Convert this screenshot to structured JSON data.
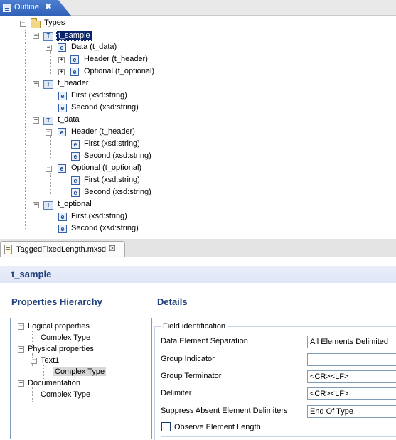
{
  "outline": {
    "tab_label": "Outline",
    "close_glyph": "✖",
    "tree": {
      "types": "Types",
      "t_sample": "t_sample",
      "data_t_data": "Data (t_data)",
      "header_t_header": "Header (t_header)",
      "optional_t_optional": "Optional (t_optional)",
      "t_header": "t_header",
      "first_xsd_string": "First (xsd:string)",
      "second_xsd_string": "Second (xsd:string)",
      "t_data": "t_data",
      "t_optional": "t_optional"
    },
    "toggle_expanded": "−",
    "toggle_collapsed": "+",
    "element_glyph": "e",
    "type_glyph": "T"
  },
  "editor": {
    "tab_label": "TaggedFixedLength.mxsd",
    "tab_close": "☒",
    "title": "t_sample",
    "hierarchy": {
      "heading": "Properties Hierarchy",
      "logical": "Logical properties",
      "complex_type": "Complex Type",
      "physical": "Physical properties",
      "text1": "Text1",
      "documentation": "Documentation"
    },
    "details": {
      "heading": "Details",
      "group_title": "Field identification",
      "fields": {
        "separation_label": "Data Element Separation",
        "separation_value": "All Elements Delimited",
        "group_indicator_label": "Group Indicator",
        "group_indicator_value": "",
        "group_terminator_label": "Group Terminator",
        "group_terminator_value": "<CR><LF>",
        "delimiter_label": "Delimiter",
        "delimiter_value": "<CR><LF>",
        "suppress_label": "Suppress Absent Element Delimiters",
        "suppress_value": "End Of Type"
      },
      "observe_label": "Observe Element Length",
      "observe_checked": false
    }
  },
  "colors": {
    "accent": "#2f61b8",
    "selection": "#0a246a",
    "heading": "#1e3f7a"
  }
}
